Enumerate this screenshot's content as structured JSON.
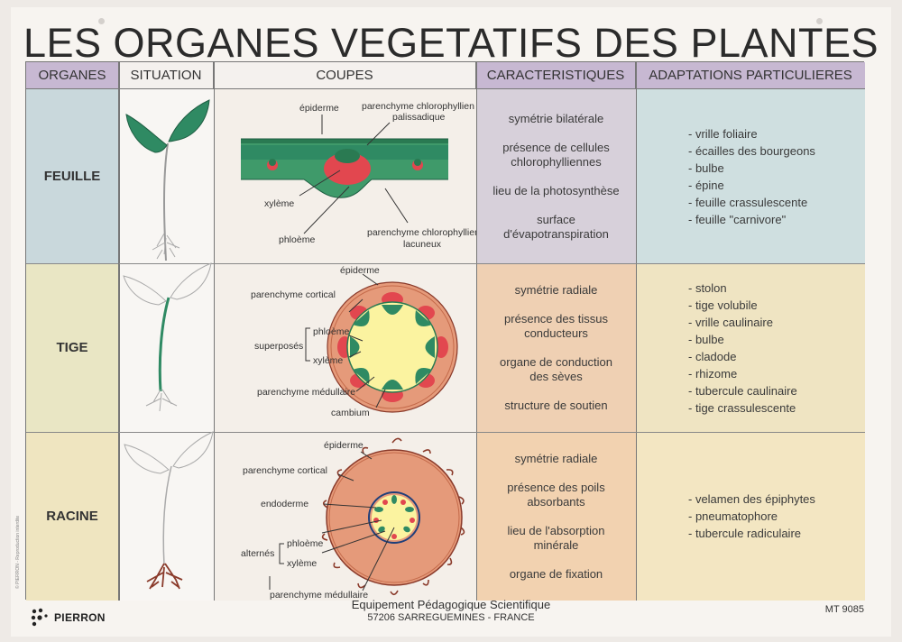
{
  "title": "LES ORGANES VEGETATIFS DES PLANTES",
  "headers": {
    "organes": "ORGANES",
    "situation": "SITUATION",
    "coupes": "COUPES",
    "caracteristiques": "CARACTERISTIQUES",
    "adaptations": "ADAPTATIONS PARTICULIERES"
  },
  "rows": [
    {
      "organe": "FEUILLE",
      "caracteristiques": [
        "symétrie bilatérale",
        "présence de cellules chlorophylliennes",
        "lieu de la photosynthèse",
        "surface d'évapotranspiration"
      ],
      "adaptations": [
        "- vrille foliaire",
        "- écailles des bourgeons",
        "- bulbe",
        "- épine",
        "- feuille crassulescente",
        "- feuille \"carnivore\""
      ]
    },
    {
      "organe": "TIGE",
      "caracteristiques": [
        "symétrie radiale",
        "présence des tissus conducteurs",
        "organe de conduction des sèves",
        "structure de soutien"
      ],
      "adaptations": [
        "- stolon",
        "- tige volubile",
        "- vrille caulinaire",
        "- bulbe",
        "- cladode",
        "- rhizome",
        "- tubercule caulinaire",
        "- tige crassulescente"
      ]
    },
    {
      "organe": "RACINE",
      "caracteristiques": [
        "symétrie radiale",
        "présence des poils absorbants",
        "lieu de l'absorption minérale",
        "organe de fixation"
      ],
      "adaptations": [
        "- velamen des épiphytes",
        "- pneumatophore",
        "- tubercule radiculaire"
      ]
    }
  ],
  "coupe_labels": {
    "feuille": {
      "epiderme": "épiderme",
      "palissadique_1": "parenchyme chlorophyllien",
      "palissadique_2": "palissadique",
      "xyleme": "xylème",
      "phloeme": "phloème",
      "lacuneux_1": "parenchyme chlorophyllien",
      "lacuneux_2": "lacuneux"
    },
    "tige": {
      "epiderme": "épiderme",
      "cortical": "parenchyme cortical",
      "superposes": "superposés",
      "phloeme": "phloème",
      "xyleme": "xylème",
      "medullaire": "parenchyme médullaire",
      "cambium": "cambium"
    },
    "racine": {
      "epiderme": "épiderme",
      "cortical": "parenchyme cortical",
      "endoderme": "endoderme",
      "alternes": "alternés",
      "phloeme": "phloème",
      "xyleme": "xylème",
      "medullaire": "parenchyme médullaire"
    }
  },
  "footer": {
    "line1": "Equipement Pédagogique Scientifique",
    "line2": "57206 SARREGUEMINES - FRANCE",
    "reference": "MT 9085",
    "brand": "PIERRON",
    "copyright": "© PIERRON - Reproduction interdite"
  },
  "colors": {
    "header_bg": "#c7b8d2",
    "feuille_organ_bg": "#c9d8dc",
    "tige_organ_bg": "#e9e6c4",
    "racine_organ_bg": "#efe5c0",
    "leaf_green": "#2f8a63",
    "salmon": "#e59a7a",
    "red": "#e2474f",
    "yellow": "#fbf3a0"
  }
}
